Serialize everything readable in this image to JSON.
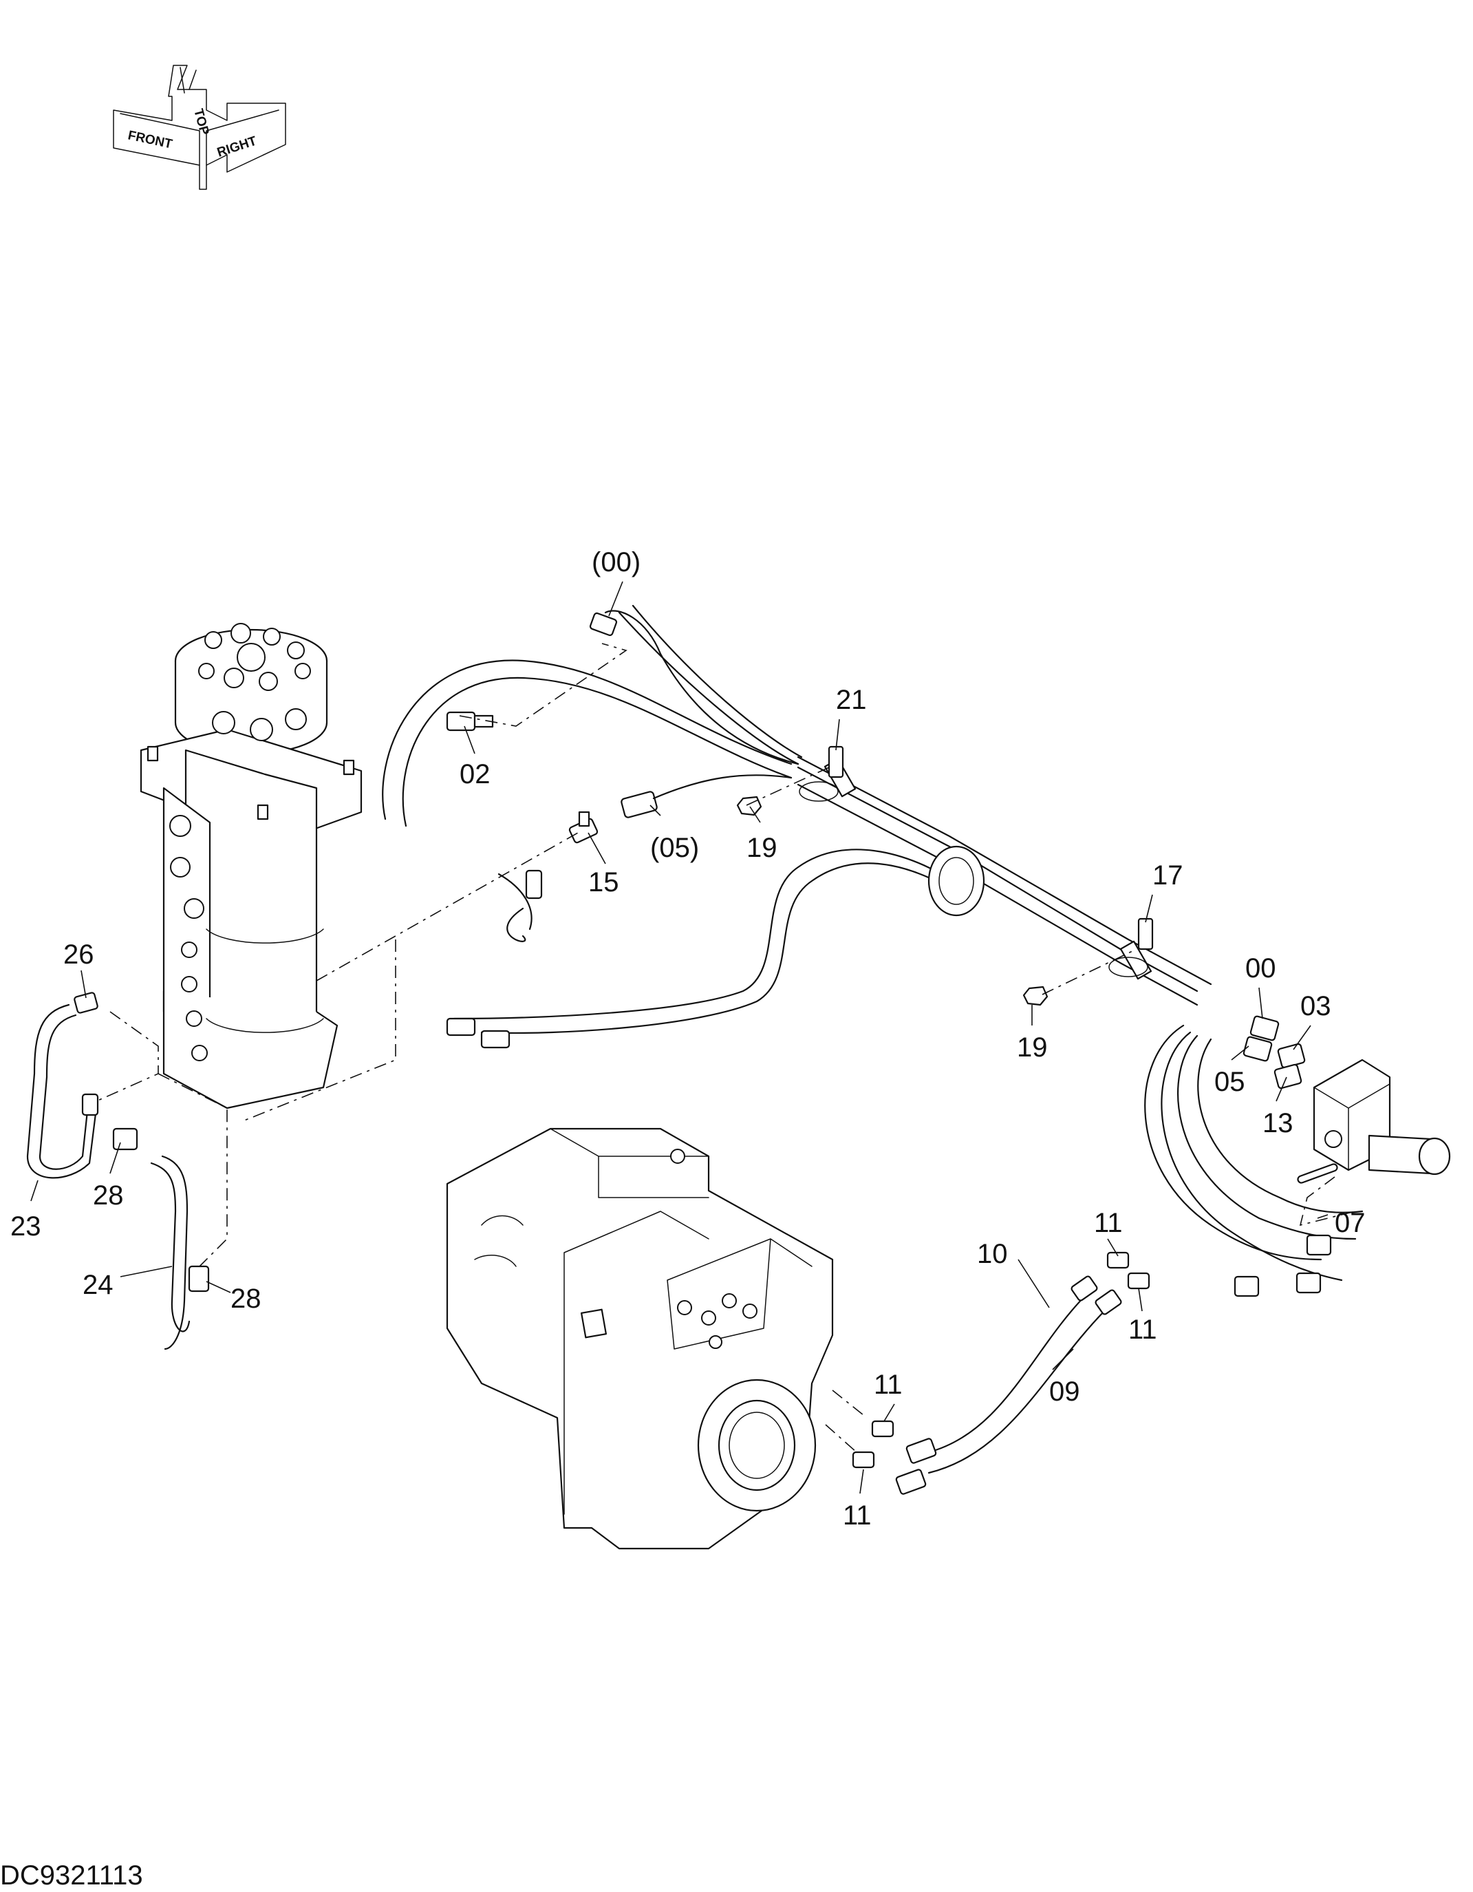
{
  "orientation_marker": {
    "labels": [
      "FRONT",
      "TOP",
      "RIGHT"
    ]
  },
  "callouts": [
    {
      "id": "c-00-paren",
      "label": "(00)"
    },
    {
      "id": "c-21",
      "label": "21"
    },
    {
      "id": "c-02",
      "label": "02"
    },
    {
      "id": "c-05-paren",
      "label": "(05)"
    },
    {
      "id": "c-19-a",
      "label": "19"
    },
    {
      "id": "c-15",
      "label": "15"
    },
    {
      "id": "c-17",
      "label": "17"
    },
    {
      "id": "c-00",
      "label": "00"
    },
    {
      "id": "c-03",
      "label": "03"
    },
    {
      "id": "c-19-b",
      "label": "19"
    },
    {
      "id": "c-05",
      "label": "05"
    },
    {
      "id": "c-13",
      "label": "13"
    },
    {
      "id": "c-26",
      "label": "26"
    },
    {
      "id": "c-28-a",
      "label": "28"
    },
    {
      "id": "c-23",
      "label": "23"
    },
    {
      "id": "c-24",
      "label": "24"
    },
    {
      "id": "c-28-b",
      "label": "28"
    },
    {
      "id": "c-07",
      "label": "07"
    },
    {
      "id": "c-11-a",
      "label": "11"
    },
    {
      "id": "c-10",
      "label": "10"
    },
    {
      "id": "c-11-b",
      "label": "11"
    },
    {
      "id": "c-11-c",
      "label": "11"
    },
    {
      "id": "c-09",
      "label": "09"
    },
    {
      "id": "c-11-d",
      "label": "11"
    }
  ],
  "drawing_id": "DC9321113"
}
